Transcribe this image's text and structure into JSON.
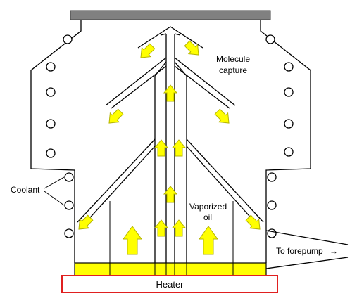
{
  "labels": {
    "molecule_capture_line1": "Molecule",
    "molecule_capture_line2": "capture",
    "coolant": "Coolant",
    "vaporized_oil_line1": "Vaporized",
    "vaporized_oil_line2": "oil",
    "to_forepump": "To forepump",
    "forepump_arrow": "→",
    "heater": "Heater"
  },
  "colors": {
    "vapor": "#ffff00",
    "vapor_outline": "#b5b500",
    "heater_border": "#e02020",
    "top_plate": "#808080",
    "line": "#000000"
  }
}
